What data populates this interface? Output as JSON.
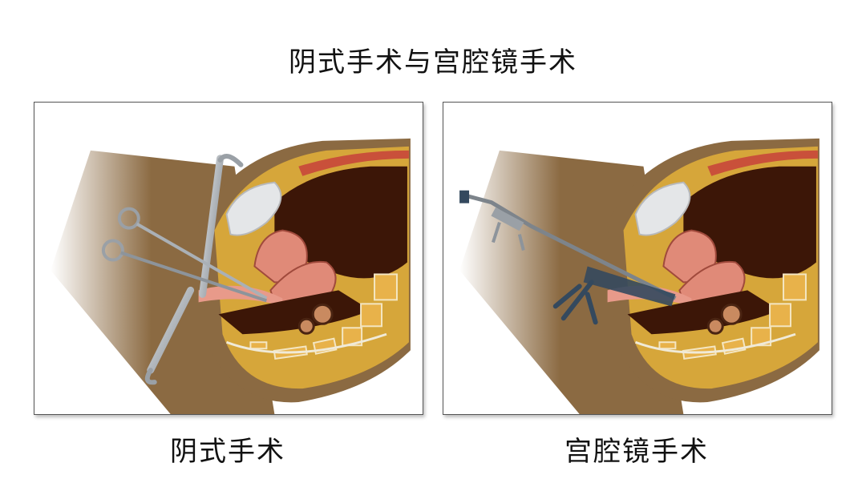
{
  "title": "阴式手术与宫腔镜手术",
  "panels": [
    {
      "caption": "阴式手术",
      "instrument": "forceps-and-retractors"
    },
    {
      "caption": "宫腔镜手术",
      "instrument": "hysteroscope-with-speculum"
    }
  ],
  "colors": {
    "skin": "#8b6a42",
    "fat": "#d6a63a",
    "cavity": "#3c1607",
    "uterus": "#e08a78",
    "instrument": "#9aa0a6",
    "hysteroscope": "#34495e"
  }
}
